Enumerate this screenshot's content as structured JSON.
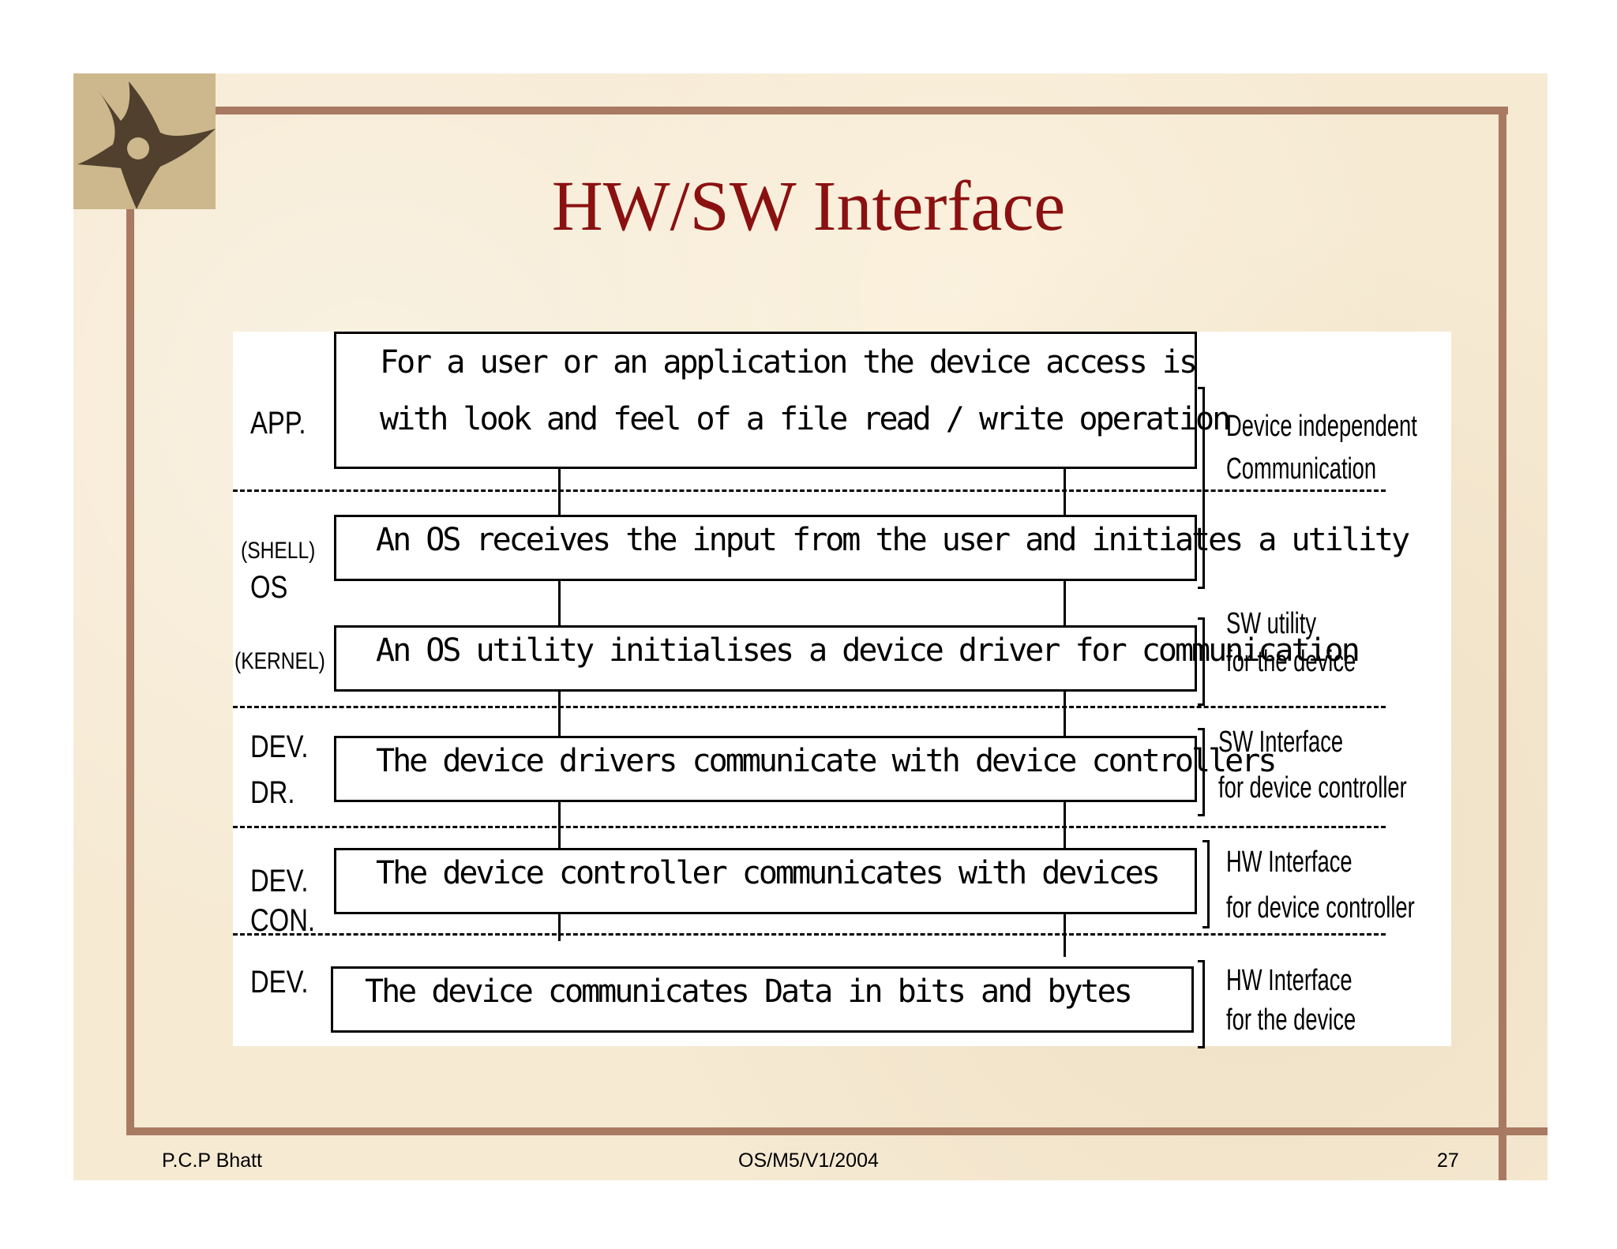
{
  "slide": {
    "title": "HW/SW Interface",
    "footer": {
      "author": "P.C.P Bhatt",
      "code": "OS/M5/V1/2004",
      "page": "27"
    }
  },
  "diagram": {
    "layers": {
      "app": "APP.",
      "shell": "(SHELL)",
      "os": "OS",
      "kernel": "(KERNEL)",
      "dev_dr_1": "DEV.",
      "dev_dr_2": "DR.",
      "dev_con_1": "DEV.",
      "dev_con_2": "CON.",
      "dev": "DEV."
    },
    "boxes": {
      "app_line1": "For a user or an application the device access is",
      "app_line2": "with look and feel of a file read / write operation",
      "shell": "An OS receives the input from the user and initiates a utility",
      "kernel": "An OS utility initialises a device driver for communication",
      "driver": "The device drivers communicate with device controllers",
      "controller": "The device controller communicates with devices",
      "device": "The device communicates Data in bits and bytes"
    },
    "annotations": {
      "dev_indep_1": "Device independent",
      "dev_indep_2": "Communication",
      "sw_util_1": "SW utility",
      "sw_util_2": "for the device",
      "sw_if_1": "SW Interface",
      "sw_if_2": "for device controller",
      "hw_if_ctrl_1": "HW Interface",
      "hw_if_ctrl_2": "for device controller",
      "hw_if_dev_1": "HW Interface",
      "hw_if_dev_2": "for the device"
    }
  }
}
